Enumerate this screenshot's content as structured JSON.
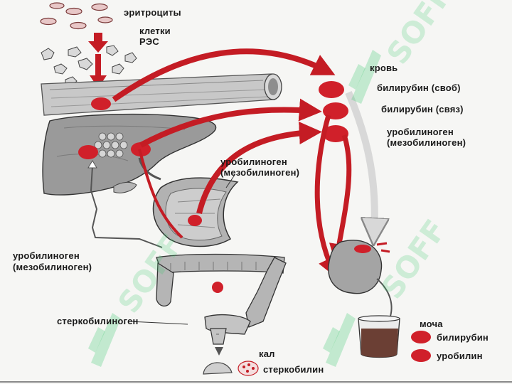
{
  "labels": {
    "erythrocytes": "эритроциты",
    "res_cells_line1": "клетки",
    "res_cells_line2": "РЭС",
    "blood": "кровь",
    "bilirubin_free": "билирубин (своб)",
    "bilirubin_bound": "билирубин (связ)",
    "urobilinogen_blood_line1": "уробилиноген",
    "urobilinogen_blood_line2": "(мезобилиноген)",
    "urobilinogen_intestine_line1": "уробилиноген",
    "urobilinogen_intestine_line2": "(мезобилиноген)",
    "urobilinogen_liver_line1": "уробилиноген",
    "urobilinogen_liver_line2": "(мезобилиноген)",
    "stercobilinogen": "стеркобилиноген",
    "urine": "моча",
    "urine_bilirubin": "билирубин",
    "urine_urobilin": "уробилин",
    "feces": "кал",
    "stercobilin": "стеркобилин"
  },
  "watermark": {
    "text": "SOFF"
  },
  "colors": {
    "pigment_red": "#d0202a",
    "arrow_red": "#c41c24",
    "organ_gray": "#9a9a9a",
    "watermark_green": "#3cc86e"
  }
}
